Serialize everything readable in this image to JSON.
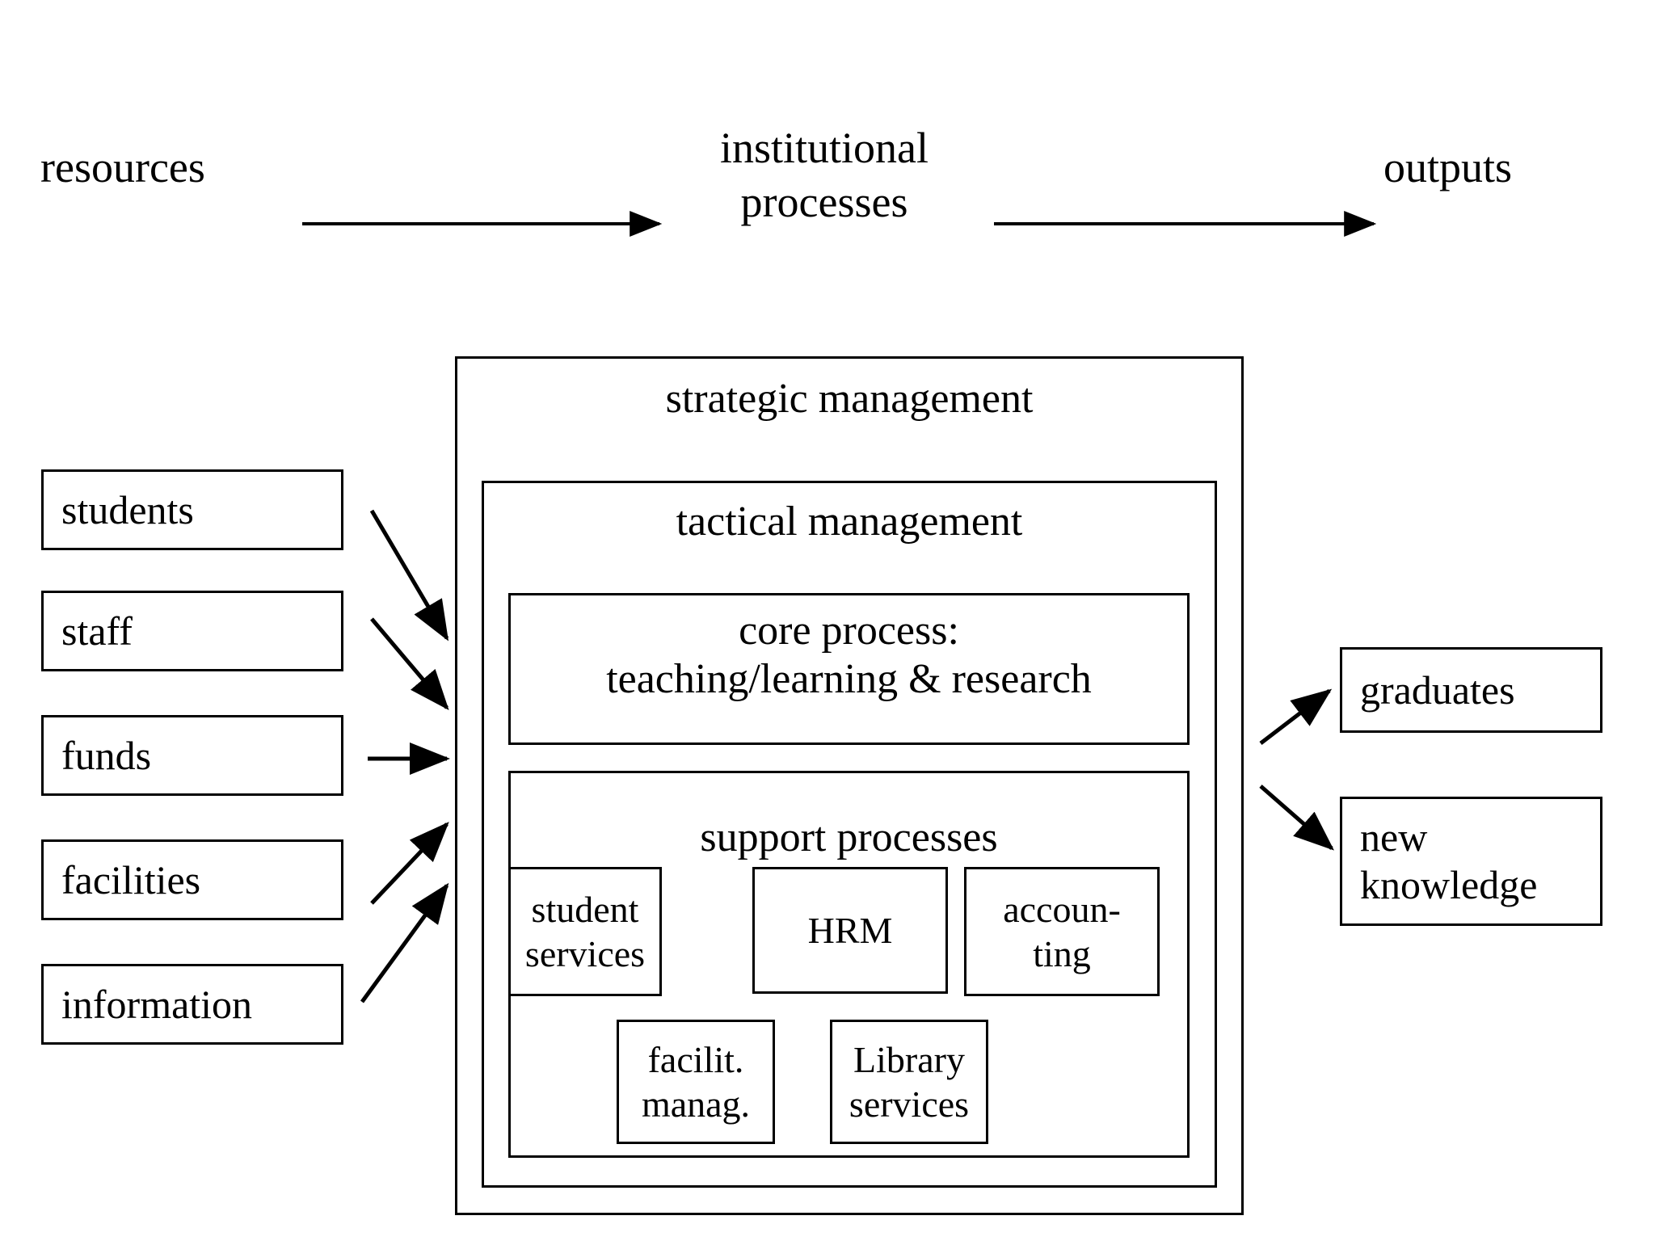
{
  "diagram": {
    "title_flow": {
      "source_label": "resources",
      "process_label_line1": "institutional",
      "process_label_line2": "processes",
      "target_label": "outputs"
    },
    "resources": [
      {
        "label": "students"
      },
      {
        "label": "staff"
      },
      {
        "label": "funds"
      },
      {
        "label": "facilities"
      },
      {
        "label": "information"
      }
    ],
    "outputs": [
      {
        "line1": "graduates",
        "line2": ""
      },
      {
        "line1": "new",
        "line2": "knowledge"
      }
    ],
    "containers": {
      "strategic": "strategic management",
      "tactical": "tactical management",
      "core_line1": "core process:",
      "core_line2": "teaching/learning & research",
      "support": "support processes"
    },
    "support_units": [
      {
        "line1": "student",
        "line2": "services"
      },
      {
        "line1": "HRM",
        "line2": ""
      },
      {
        "line1": "accoun-",
        "line2": "ting"
      },
      {
        "line1": "facilit.",
        "line2": "manag."
      },
      {
        "line1": "Library",
        "line2": "services"
      }
    ],
    "colors": {
      "stroke": "#000000",
      "background": "#ffffff",
      "text": "#000000"
    }
  }
}
